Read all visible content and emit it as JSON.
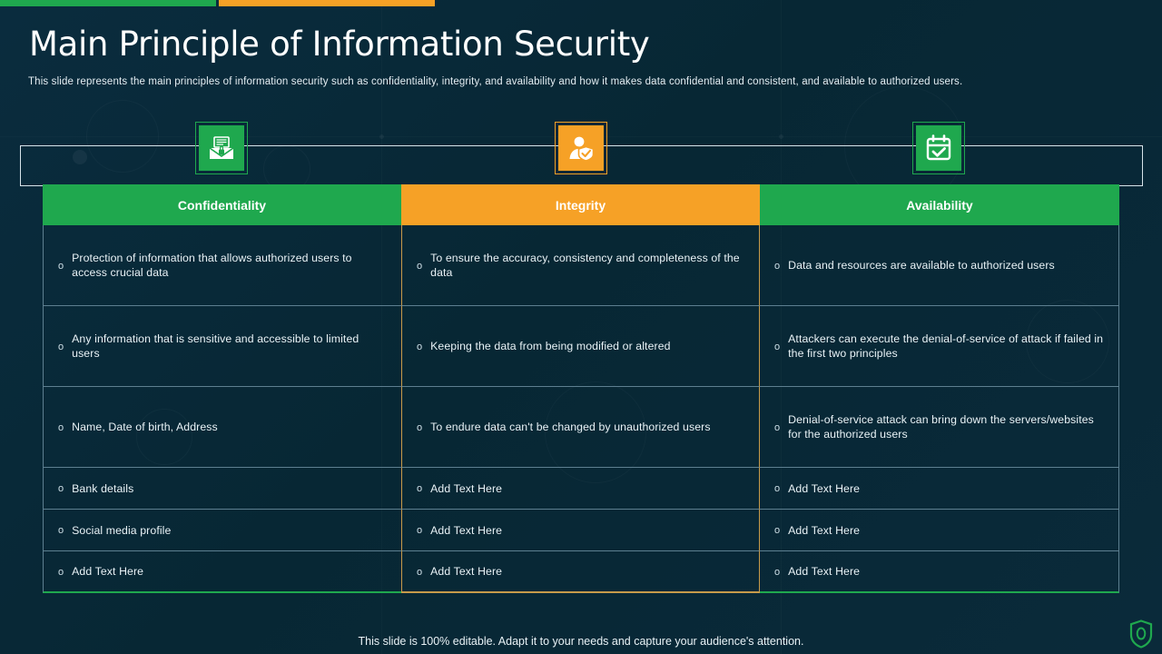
{
  "header": {
    "title": "Main Principle of Information Security",
    "subtitle": "This slide represents the main principles of information security such as confidentiality, integrity, and availability and how it makes data confidential and consistent, and available to authorized users.",
    "accent_bars": [
      {
        "name": "green-bar",
        "color": "#1FA84E"
      },
      {
        "name": "orange-bar",
        "color": "#F6A126"
      }
    ]
  },
  "icons": [
    {
      "name": "secure-email-lock-icon",
      "color": "#1FA84E"
    },
    {
      "name": "user-shield-check-icon",
      "color": "#F6A126"
    },
    {
      "name": "calendar-check-icon",
      "color": "#1FA84E"
    }
  ],
  "table": {
    "columns": [
      {
        "header": "Confidentiality",
        "color": "#1FA84E"
      },
      {
        "header": "Integrity",
        "color": "#F6A126"
      },
      {
        "header": "Availability",
        "color": "#1FA84E"
      }
    ],
    "bullet": "o",
    "rows": [
      {
        "height": "tall",
        "cells": [
          "Protection of information that allows authorized users to access crucial data",
          "To ensure the accuracy, consistency and completeness of the data",
          "Data and resources are available to authorized users"
        ]
      },
      {
        "height": "tall",
        "cells": [
          "Any information that is sensitive and accessible to limited users",
          "Keeping the data from being modified or altered",
          "Attackers can execute the denial-of-service of attack if failed in the first two principles"
        ]
      },
      {
        "height": "tall",
        "cells": [
          "Name, Date of birth, Address",
          "To endure data can't be changed by unauthorized users",
          "Denial-of-service attack can bring down the servers/websites for the authorized users"
        ]
      },
      {
        "height": "short",
        "cells": [
          "Bank details",
          "Add Text Here",
          "Add Text Here"
        ]
      },
      {
        "height": "short",
        "cells": [
          "Social media profile",
          "Add Text Here",
          "Add Text Here"
        ]
      },
      {
        "height": "short",
        "cells": [
          "Add Text Here",
          "Add Text Here",
          "Add Text Here"
        ]
      }
    ]
  },
  "footer": {
    "note": "This slide is 100% editable. Adapt it to your needs and capture your audience's attention.",
    "brand_icon": "shield-logo-icon",
    "brand_color": "#1FA84E"
  },
  "theme": {
    "background": "#0A2B3C",
    "green": "#1FA84E",
    "orange": "#F6A126",
    "text": "#E9F2F6",
    "frame_line": "#D8E4EA",
    "grid_line": "#5D7F90",
    "grid_line_orange": "#C79A4A"
  }
}
